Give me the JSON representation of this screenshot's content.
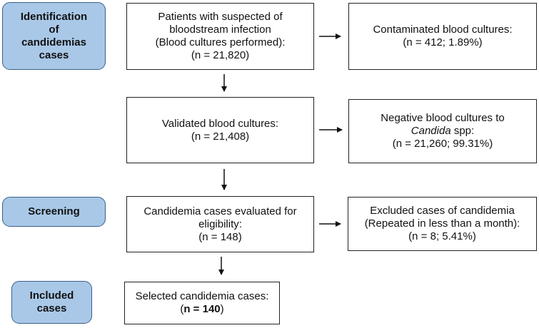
{
  "stages": {
    "identification": "Identification\nof\ncandidemias\ncases",
    "screening": "Screening",
    "included": "Included\ncases"
  },
  "boxes": {
    "patients": {
      "line1": "Patients with suspected of",
      "line2": "bloodstream infection",
      "line3": "(Blood cultures performed):",
      "line4": "(n = 21,820)"
    },
    "contaminated": {
      "line1": "Contaminated blood cultures:",
      "line2": "(n = 412; 1.89%)"
    },
    "validated": {
      "line1": "Validated blood cultures:",
      "line2": "(n = 21,408)"
    },
    "negative": {
      "line1": "Negative blood cultures to",
      "line2_italic": "Candida",
      "line2_rest": " spp:",
      "line3": "(n = 21,260; 99.31%)"
    },
    "evaluated": {
      "line1": "Candidemia cases evaluated for",
      "line2": "eligibility:",
      "line3": "(n = 148)"
    },
    "excluded": {
      "line1": "Excluded cases of candidemia",
      "line2": "(Repeated in less than a month):",
      "line3": "(n = 8; 5.41%)"
    },
    "selected": {
      "line1": "Selected candidemia cases:",
      "line2_open": "(",
      "line2_bold": "n = 140",
      "line2_close": ")"
    }
  },
  "colors": {
    "stage_fill": "#a9c8e8",
    "stage_border": "#3a5f8a",
    "box_border": "#222222",
    "arrow": "#111111"
  }
}
